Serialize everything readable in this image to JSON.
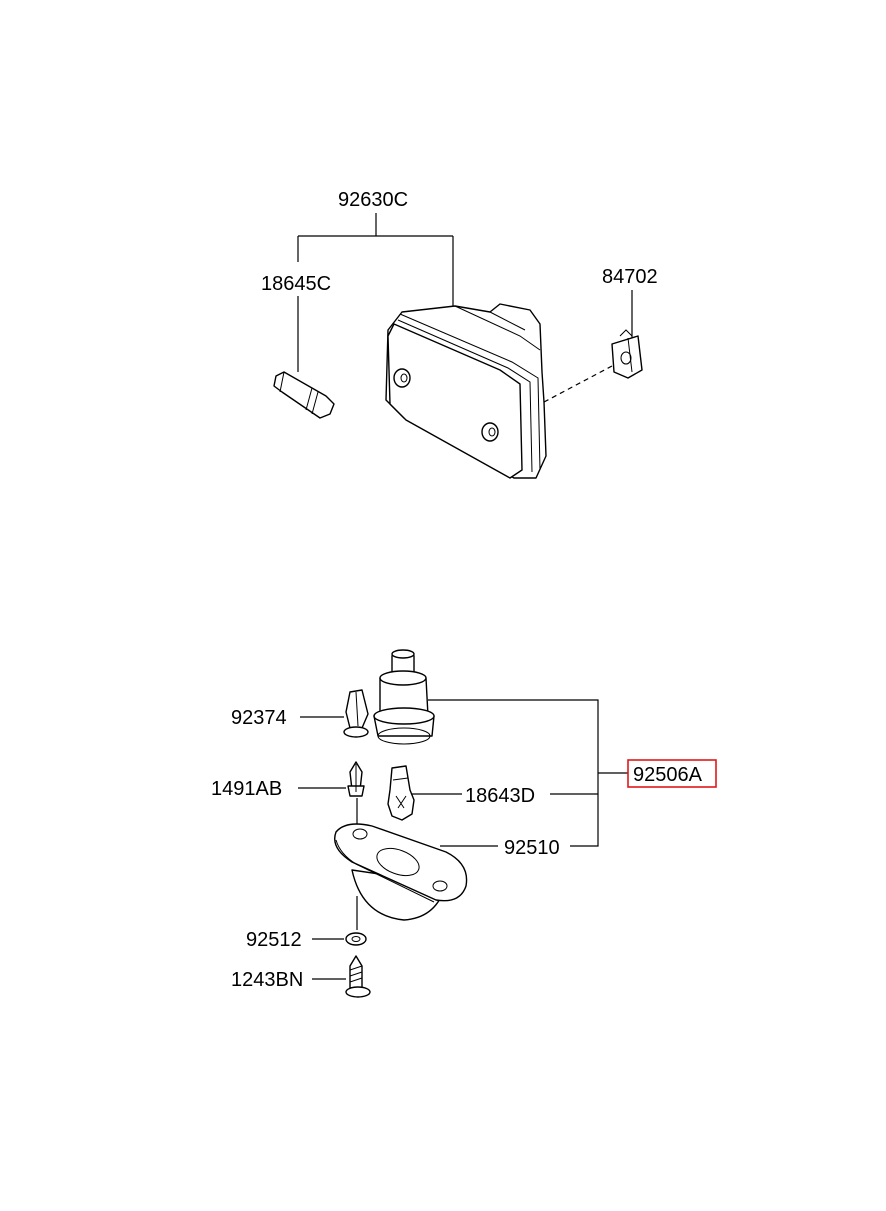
{
  "labels": {
    "top_assembly": "92630C",
    "bulb_top": "18645C",
    "clip_nut": "84702",
    "grommet_clip": "92374",
    "holder_clip": "1491AB",
    "bulb_bottom": "18643D",
    "lamp_base": "92510",
    "lamp_assembly": "92506A",
    "washer": "92512",
    "screw": "1243BN"
  },
  "colors": {
    "highlight": "#e01818",
    "line": "#000000"
  }
}
